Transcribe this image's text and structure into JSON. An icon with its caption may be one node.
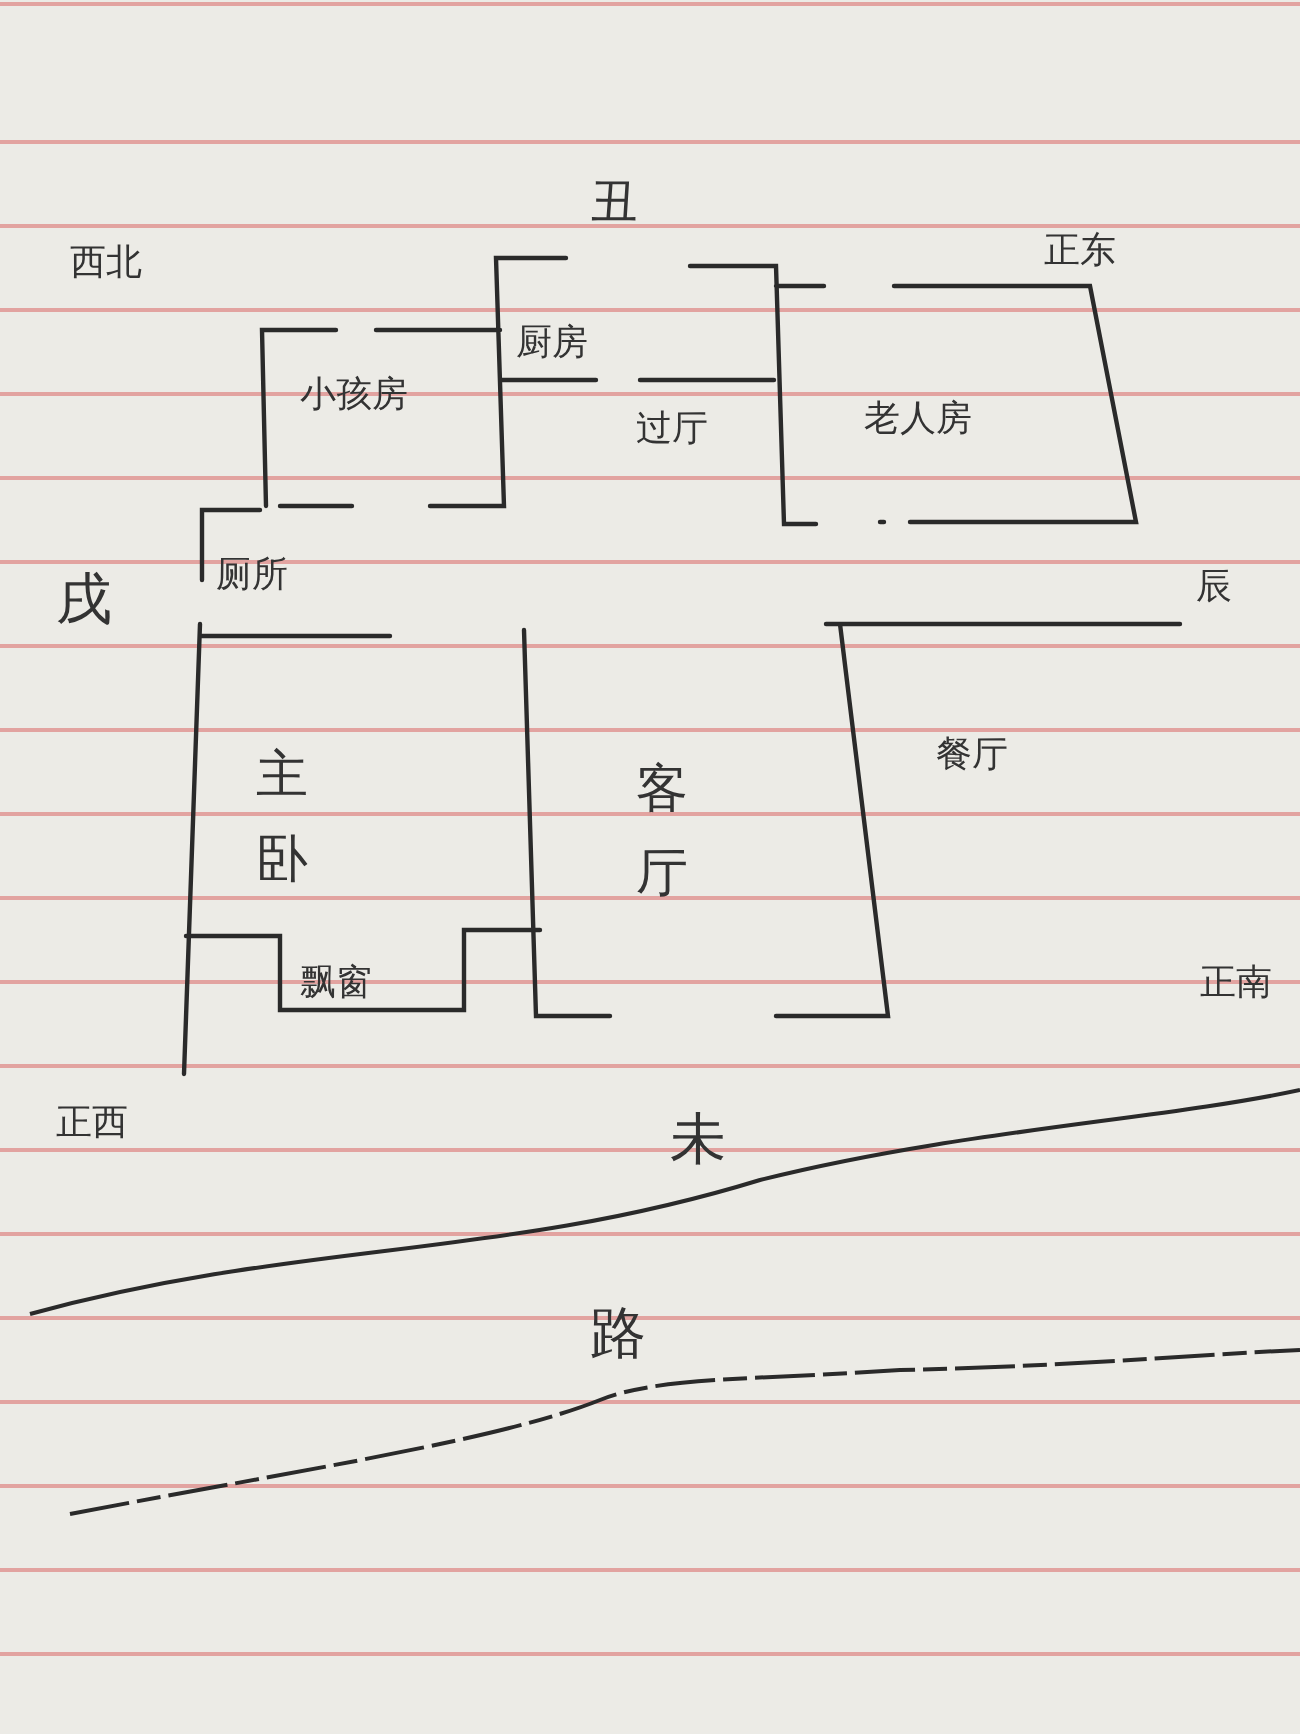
{
  "diagram": {
    "nodes": [
      {
        "text": [
          "小孩房"
        ]
      },
      {
        "text": [
          "厨房"
        ]
      },
      {
        "text": [
          "过厅"
        ]
      },
      {
        "text": [
          "老人房"
        ]
      },
      {
        "text": [
          "厕所"
        ]
      },
      {
        "text": [
          "主卧"
        ]
      },
      {
        "text": [
          "飘窗"
        ]
      },
      {
        "text": [
          "客厅"
        ]
      },
      {
        "text": [
          "餐厅"
        ]
      }
    ],
    "labels": [
      "丑",
      "西北",
      "正东",
      "戌",
      "辰",
      "正南",
      "正西",
      "未",
      "路"
    ]
  }
}
